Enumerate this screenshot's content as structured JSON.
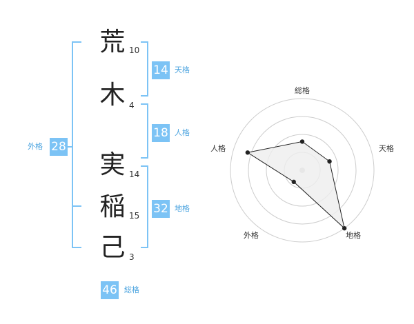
{
  "name_chars": [
    {
      "char": "荒",
      "strokes": "10"
    },
    {
      "char": "木",
      "strokes": "4"
    },
    {
      "char": "実",
      "strokes": "14"
    },
    {
      "char": "稲",
      "strokes": "15"
    },
    {
      "char": "己",
      "strokes": "3"
    }
  ],
  "fortunes": {
    "tenkaku": {
      "value": "14",
      "label": "天格"
    },
    "jinkaku": {
      "value": "18",
      "label": "人格"
    },
    "chikaku": {
      "value": "32",
      "label": "地格"
    },
    "gaikaku": {
      "value": "28",
      "label": "外格"
    },
    "soukaku": {
      "value": "46",
      "label": "総格"
    }
  },
  "chart_data": {
    "type": "radar",
    "axes": [
      "総格",
      "天格",
      "地格",
      "外格",
      "人格"
    ],
    "values": [
      2,
      2,
      5,
      1,
      4
    ],
    "rmax": 5,
    "rings": 4,
    "colors": {
      "fill": "#eeeeee",
      "line": "#222222",
      "grid": "#cccccc",
      "center": "#cccccc"
    }
  }
}
